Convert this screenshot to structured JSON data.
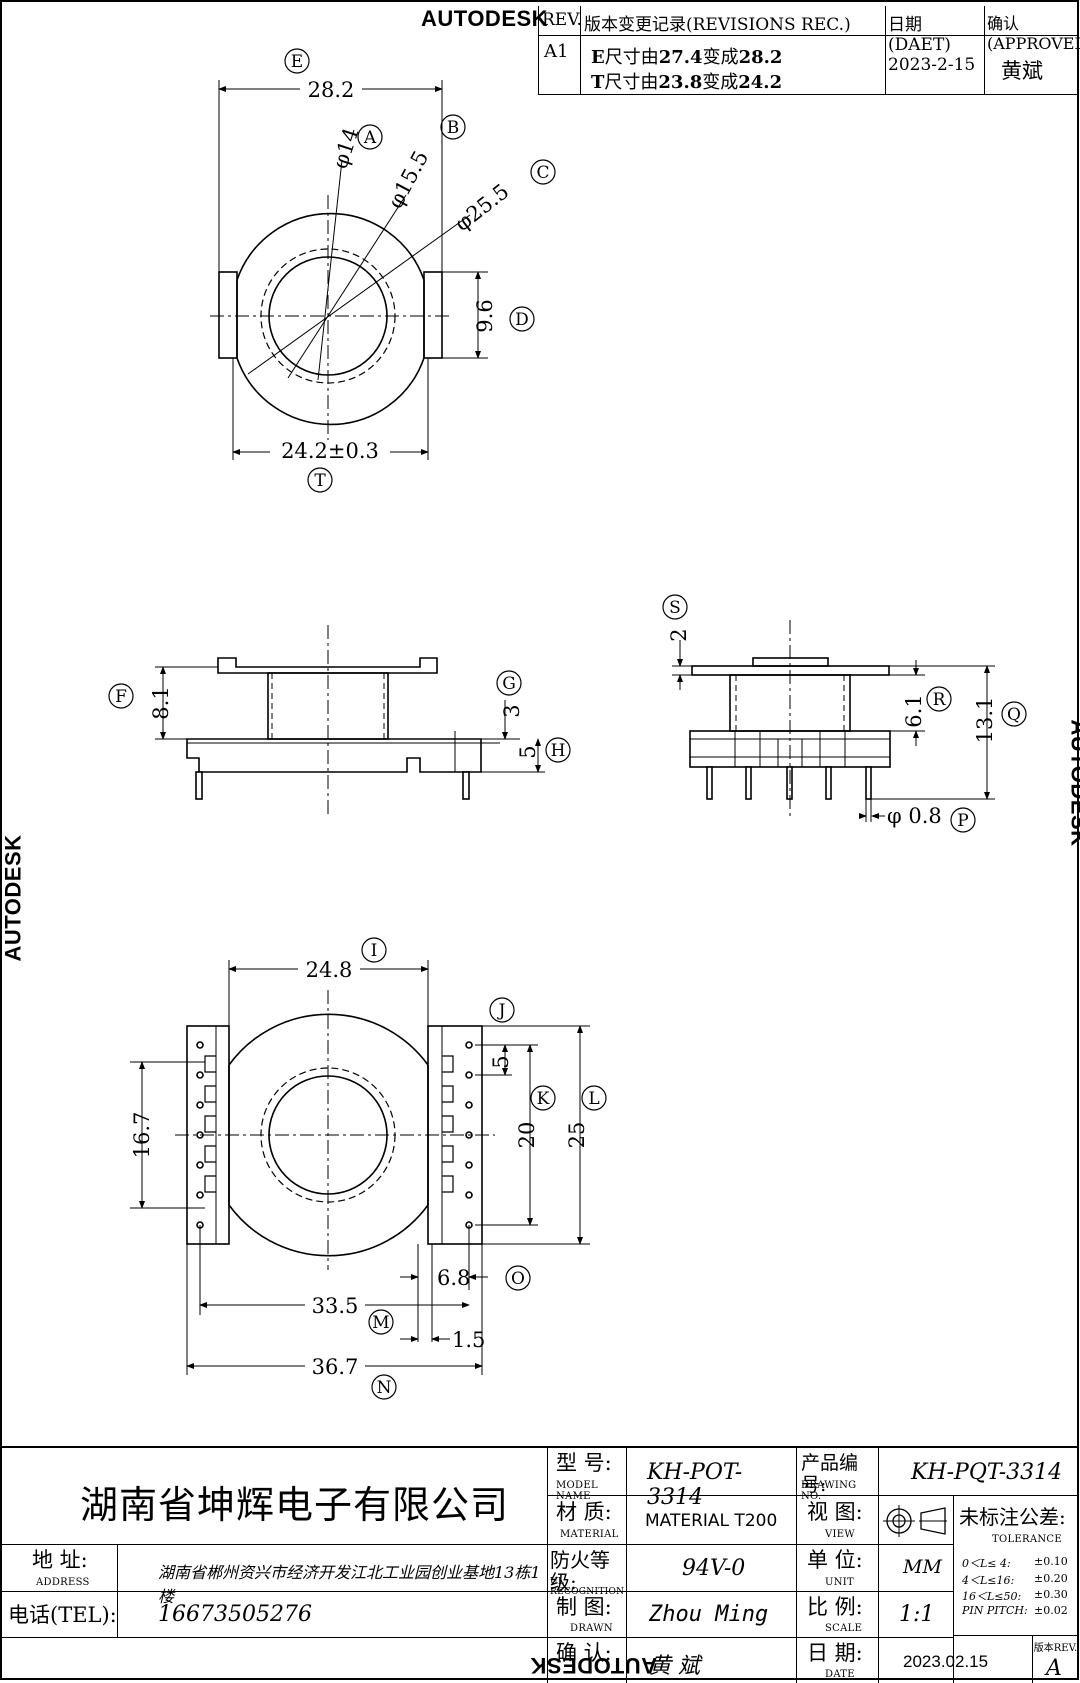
{
  "watermark": "AUTODESK",
  "revision": {
    "headers": {
      "rev": "REV.",
      "record": "版本变更记录(REVISIONS REC.)",
      "date": "日期(DAET)",
      "approved": "确认(APPROVED)"
    },
    "row": {
      "rev": "A1",
      "line1_letter": "E",
      "line1_mid": "尺寸由",
      "line1_from": "27.4",
      "line1_to_word": "变成",
      "line1_to": "28.2",
      "line2_letter": "T",
      "line2_mid": "尺寸由",
      "line2_from": "23.8",
      "line2_to_word": "变成",
      "line2_to": "24.2",
      "date": "2023-2-15",
      "approved": "黄斌"
    }
  },
  "dimensions": {
    "top_width": "28.2",
    "dia_a": "φ14",
    "dia_b": "φ15.5",
    "dia_c": "φ25.5",
    "d_value": "9.6",
    "t_value": "24.2±0.3",
    "f_value": "8.1",
    "g_value": "3",
    "h_value": "5",
    "s_value": "2",
    "r_value": "6.1",
    "q_value": "13.1",
    "p_value": "φ 0.8",
    "i_value": "24.8",
    "k_value": "5",
    "k2_value": "20",
    "l_value": "25",
    "left_value": "16.7",
    "o_value": "6.8",
    "m_value": "33.5",
    "m2_value": "1.5",
    "n_value": "36.7"
  },
  "markers": [
    "A",
    "B",
    "C",
    "D",
    "E",
    "F",
    "G",
    "H",
    "I",
    "J",
    "K",
    "L",
    "M",
    "N",
    "O",
    "P",
    "Q",
    "R",
    "S",
    "T"
  ],
  "title_block": {
    "company": "湖南省坤辉电子有限公司",
    "address_label": "地 址:",
    "address_sub": "ADDRESS",
    "address_value": "湖南省郴州资兴市经济开发江北工业园创业基地13栋1楼",
    "tel_label": "电话(TEL):",
    "tel_value": "16673505276",
    "model_label": "型 号:",
    "model_sub": "MODEL NAME",
    "model_value": "KH-POT-3314",
    "drawing_label": "产品编号:",
    "drawing_sub": "DRAWING NO.",
    "drawing_value": "KH-PQT-3314",
    "material_label": "材 质:",
    "material_sub": "MATERIAL",
    "material_value": "MATERIAL T200",
    "view_label": "视 图:",
    "view_sub": "VIEW",
    "tolerance_label": "未标注公差:",
    "tolerance_sub": "TOLERANCE",
    "tolerance_rows": [
      {
        "range": "0＜L≤ 4:",
        "tol": "±0.10"
      },
      {
        "range": "4＜L≤16:",
        "tol": "±0.20"
      },
      {
        "range": "16＜L≤50:",
        "tol": "±0.30"
      },
      {
        "range": "PIN PITCH:",
        "tol": "±0.02"
      }
    ],
    "ul_label": "防火等级:",
    "ul_sub": "UL RECOGNITION",
    "ul_value": "94V-0",
    "unit_label": "单 位:",
    "unit_sub": "UNIT",
    "unit_value": "MM",
    "drawn_label": "制 图:",
    "drawn_sub": "DRAWN",
    "drawn_value": "Zhou Ming",
    "scale_label": "比 例:",
    "scale_sub": "SCALE",
    "scale_value": "1:1",
    "check_label": "确 认:",
    "check_value": "黄 斌",
    "date_label": "日 期:",
    "date_sub": "DATE",
    "date_value": "2023.02.15",
    "rev_label": "版本REV.",
    "rev_value": "A"
  }
}
